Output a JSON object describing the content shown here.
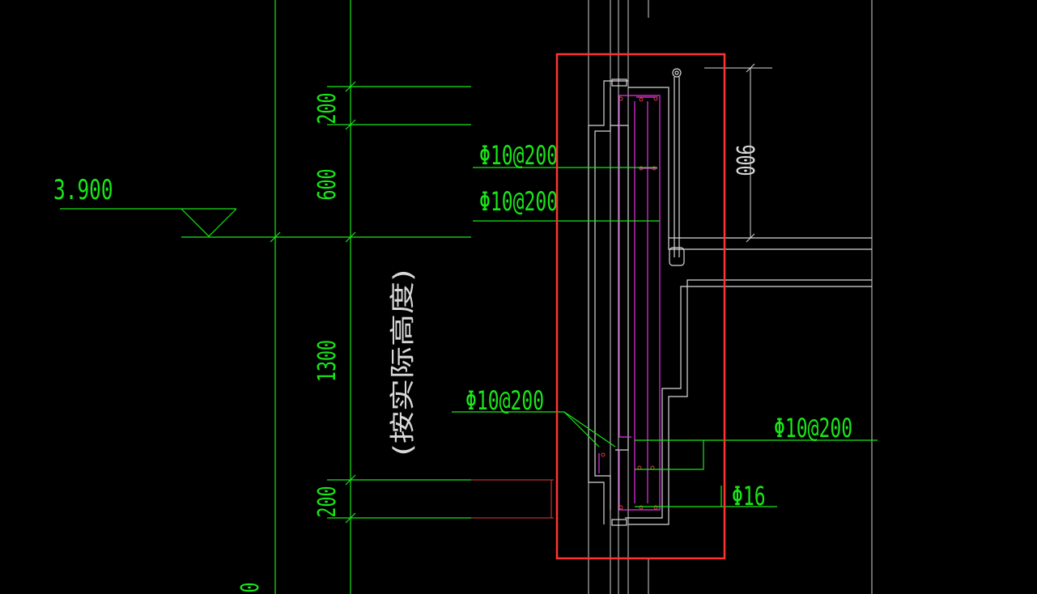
{
  "drawing": {
    "elevation_label": "3.900",
    "dimensions": {
      "top_200": "200",
      "dim_600": "600",
      "dim_1300": "1300",
      "bottom_200": "200",
      "right_900": "900",
      "edge_partial": "0"
    },
    "vertical_note": "(按实际高度)",
    "rebar_labels": {
      "upper_1": "Φ10@200",
      "upper_2": "Φ10@200",
      "lower_left": "Φ10@200",
      "lower_right": "Φ10@200",
      "bottom_bar": "Φ16"
    },
    "colors": {
      "background": "#000000",
      "dimension": "#19e619",
      "outline": "#d8d8d8",
      "rebar": "#e633e6",
      "highlight": "#ff3333",
      "accent_red": "#e23b3b"
    }
  }
}
